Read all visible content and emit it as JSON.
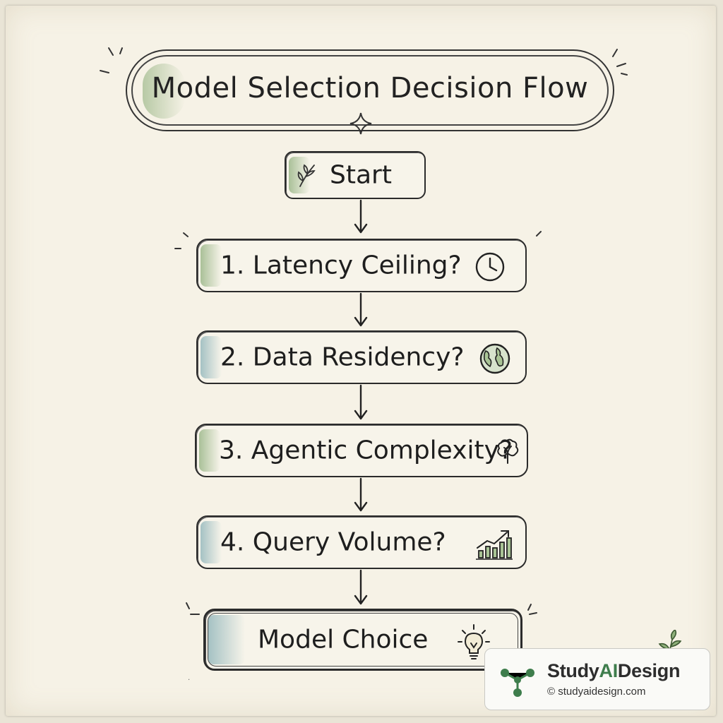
{
  "title": "Model Selection Decision Flow",
  "nodes": {
    "start": {
      "label": "Start",
      "icon": "leaf-icon"
    },
    "step1": {
      "label": "1. Latency Ceiling?",
      "icon": "clock-icon"
    },
    "step2": {
      "label": "2. Data Residency?",
      "icon": "globe-icon"
    },
    "step3": {
      "label": "3. Agentic Complexity?",
      "icon": "brain-icon"
    },
    "step4": {
      "label": "4. Query Volume?",
      "icon": "bar-chart-up-icon"
    },
    "end": {
      "label": "Model Choice",
      "icon": "lightbulb-icon"
    }
  },
  "brand": {
    "name_prefix": "Study",
    "name_accent": "AI",
    "name_suffix": "Design",
    "url": "© studyaidesign.com"
  },
  "colors": {
    "ink": "#2b2b2b",
    "paper": "#f6f2e6",
    "green_wash": "#80a56c",
    "blue_wash": "#6ea0aa",
    "brand_green": "#3e7d4c"
  }
}
